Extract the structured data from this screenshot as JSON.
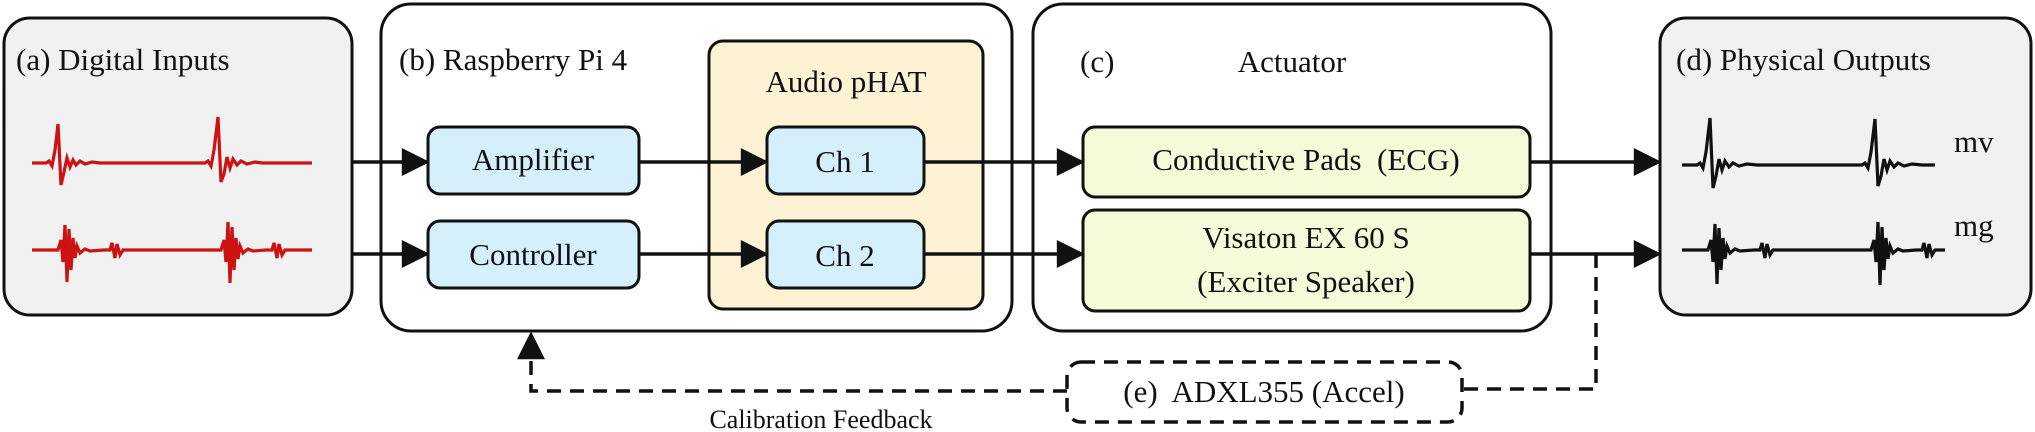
{
  "colors": {
    "panel_gray": "#f1f1f1",
    "panel_white": "#ffffff",
    "module_blue": "#d5f0fb",
    "module_yellow": "#fdf3d4",
    "module_green": "#f5fad8",
    "signal_red": "#cc1212",
    "signal_black": "#111111"
  },
  "panels": {
    "digital_inputs": "(a) Digital Inputs",
    "raspberry_pi": "(b) Raspberry Pi 4",
    "actuator_letter": "(c)",
    "actuator": "Actuator",
    "physical_outputs": "(d) Physical Outputs"
  },
  "modules": {
    "audio_phat": "Audio pHAT",
    "amplifier": "Amplifier",
    "controller": "Controller",
    "ch1": "Ch 1",
    "ch2": "Ch 2",
    "conductive_pads": "Conductive Pads  (ECG)",
    "exciter_line1": "Visaton EX 60 S",
    "exciter_line2": "(Exciter Speaker)",
    "accelerometer": "(e)  ADXL355 (Accel)"
  },
  "signals": {
    "mv": "mv",
    "mg": "mg"
  },
  "feedback_label": "Calibration Feedback"
}
